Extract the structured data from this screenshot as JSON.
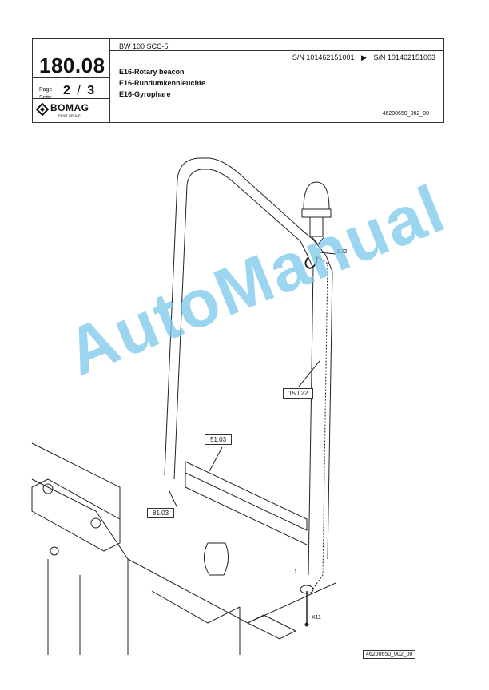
{
  "header": {
    "page_number": "180.08",
    "page_label_en": "Page",
    "page_label_de": "Seite",
    "page_current": "2",
    "page_separator": "/",
    "page_total": "3",
    "model": "BW 100 SCC-5",
    "serial_from": "S/N 101462151001",
    "serial_arrow": "▶",
    "serial_to": "S/N 101462151003",
    "title_en": "E16-Rotary beacon",
    "title_de": "E16-Rundumkennleuchte",
    "title_fr": "E16-Gyrophare",
    "doc_id": "46200650_002_00",
    "logo_text": "BOMAG",
    "logo_sub": "FAYAT GROUP"
  },
  "drawing": {
    "callouts": {
      "c150": "150.22",
      "c51": "51.03",
      "c81": "81.03"
    },
    "labels": {
      "e32": "E32",
      "x11": "X11",
      "one": "1"
    },
    "footer_id": "46200650_002_00"
  },
  "watermark": "AutoManual"
}
